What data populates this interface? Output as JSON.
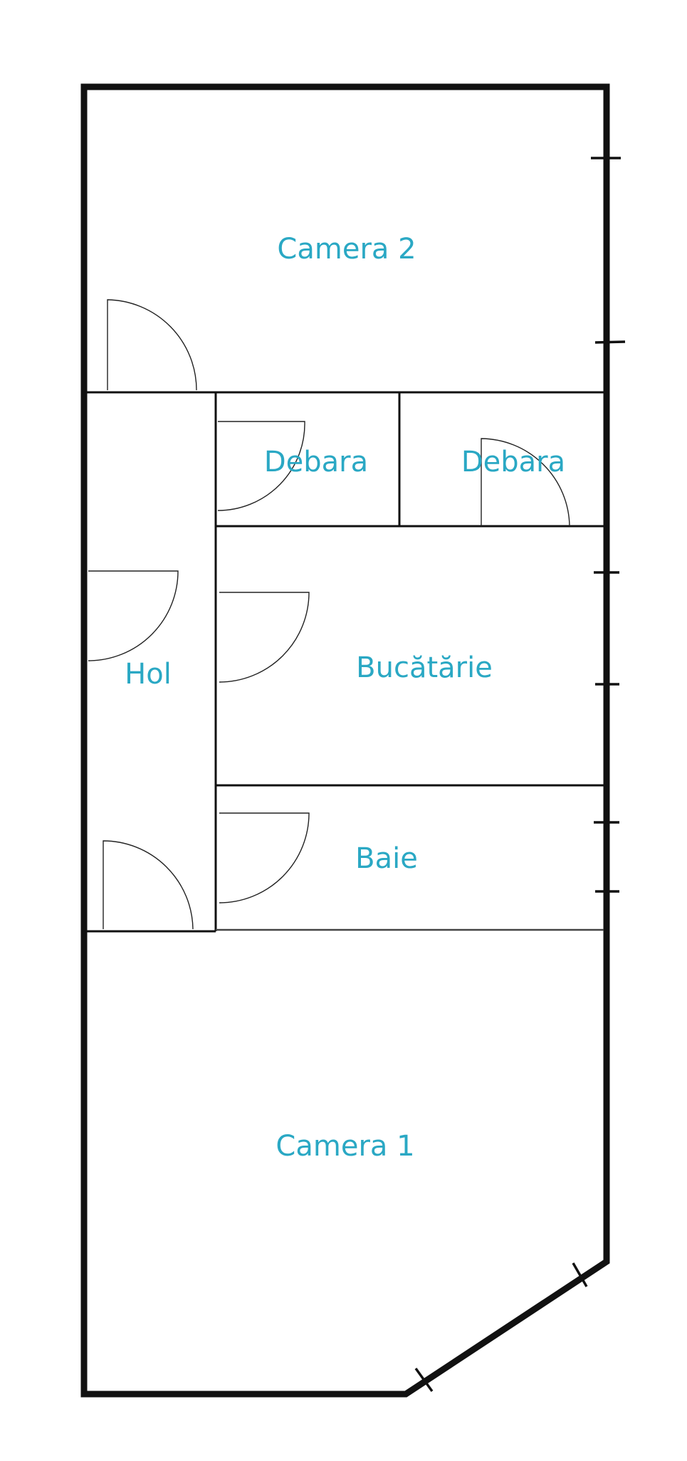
{
  "plan": {
    "label_color": "#2aa8c4",
    "rooms": {
      "camera2": "Camera 2",
      "debara_left": "Debara",
      "debara_right": "Debara",
      "hol": "Hol",
      "bucatarie": "Bucătărie",
      "baie": "Baie",
      "camera1": "Camera 1"
    }
  }
}
